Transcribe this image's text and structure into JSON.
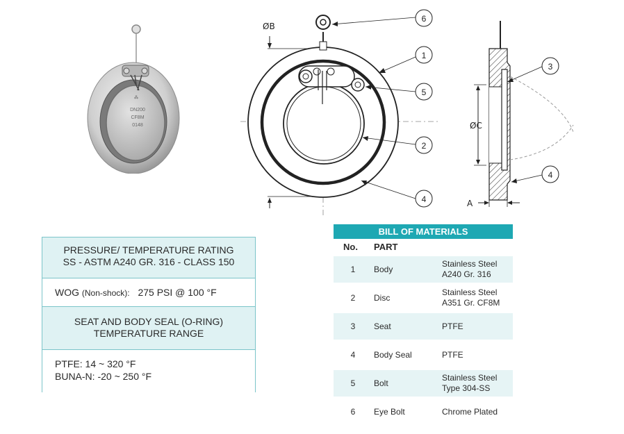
{
  "drawing": {
    "dim_b": "ØB",
    "dim_c": "ØC",
    "dim_a": "A",
    "callouts": [
      "6",
      "1",
      "5",
      "2",
      "4",
      "3",
      "4"
    ],
    "photo_markings": [
      "DN200",
      "CF8M",
      "0148"
    ]
  },
  "rating_table": {
    "header_line1": "PRESSURE/ TEMPERATURE RATING",
    "header_line2": "SS - ASTM A240 GR. 316 - CLASS 150",
    "wog_label": "WOG",
    "wog_note": "(Non-shock):",
    "wog_value": "275 PSI @ 100 °F",
    "seal_header_line1": "SEAT AND BODY SEAL (O-RING)",
    "seal_header_line2": "TEMPERATURE RANGE",
    "ptfe_range": "PTFE:  14 ~ 320 °F",
    "buna_range": "BUNA-N:  -20 ~ 250 °F"
  },
  "bom": {
    "title": "BILL OF MATERIALS",
    "col_no": "No.",
    "col_part": "PART",
    "rows": [
      {
        "no": "1",
        "part": "Body",
        "mat1": "Stainless Steel",
        "mat2": "A240 Gr. 316"
      },
      {
        "no": "2",
        "part": "Disc",
        "mat1": "Stainless Steel",
        "mat2": "A351 Gr. CF8M"
      },
      {
        "no": "3",
        "part": "Seat",
        "mat1": "PTFE",
        "mat2": ""
      },
      {
        "no": "4",
        "part": "Body Seal",
        "mat1": "PTFE",
        "mat2": ""
      },
      {
        "no": "5",
        "part": "Bolt",
        "mat1": "Stainless Steel",
        "mat2": "Type 304-SS"
      },
      {
        "no": "6",
        "part": "Eye Bolt",
        "mat1": "Chrome Plated",
        "mat2": ""
      }
    ]
  },
  "colors": {
    "teal_header": "#1ea8b3",
    "light_teal": "#dff2f3",
    "row_shade": "#e6f4f5",
    "border": "#7bc4c9"
  }
}
